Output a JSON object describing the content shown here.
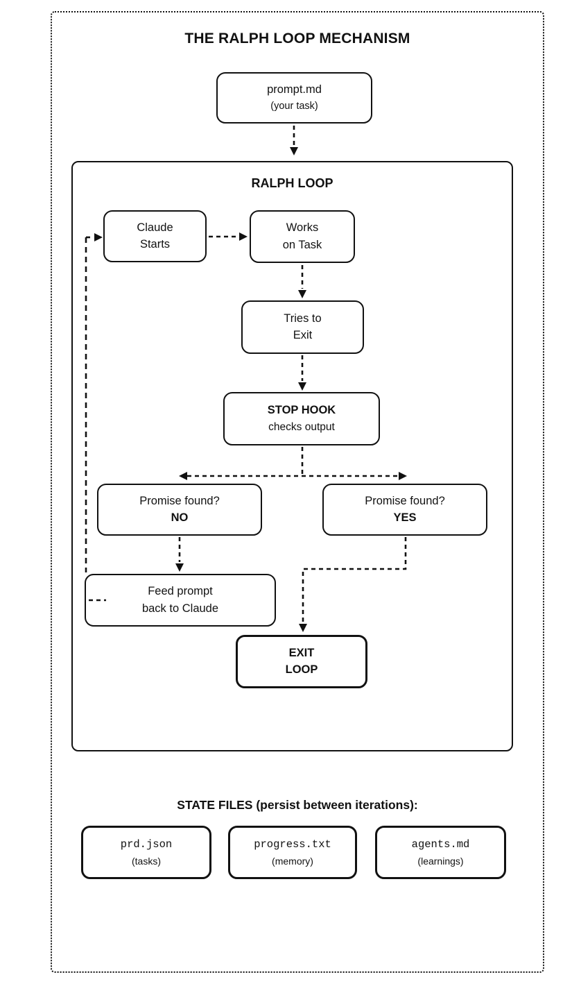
{
  "title": "THE RALPH LOOP MECHANISM",
  "prompt_box": {
    "line1": "prompt.md",
    "line2": "(your task)"
  },
  "loop": {
    "label": "RALPH LOOP",
    "nodes": {
      "claude_starts": {
        "line1": "Claude",
        "line2": "Starts"
      },
      "works_on_task": {
        "line1": "Works",
        "line2": "on Task"
      },
      "tries_to_exit": {
        "line1": "Tries to",
        "line2": "Exit"
      },
      "stop_hook": {
        "line1": "STOP HOOK",
        "line2": "checks output"
      },
      "promise_no": {
        "line1": "Promise found?",
        "line2": "NO"
      },
      "promise_yes": {
        "line1": "Promise found?",
        "line2": "YES"
      },
      "feed_prompt": {
        "line1": "Feed prompt",
        "line2": "back to Claude"
      },
      "exit_loop": {
        "line1": "EXIT",
        "line2": "LOOP"
      }
    }
  },
  "state_files": {
    "heading": "STATE FILES (persist between iterations):",
    "files": [
      {
        "name": "prd.json",
        "caption": "(tasks)"
      },
      {
        "name": "progress.txt",
        "caption": "(memory)"
      },
      {
        "name": "agents.md",
        "caption": "(learnings)"
      }
    ]
  },
  "colors": {
    "ink": "#111111",
    "background": "#ffffff"
  }
}
